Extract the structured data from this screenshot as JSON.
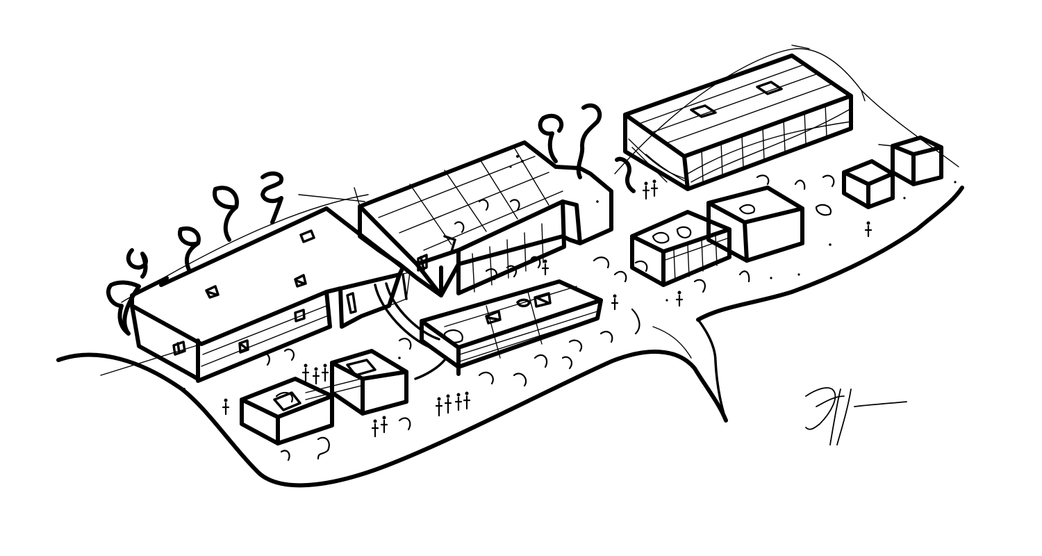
{
  "drawing": {
    "style": "hand-drawn ink sketch",
    "ink_color": "#000000",
    "paper_color": "#ffffff",
    "contents": [
      "site-ground-edge",
      "road",
      "west-building",
      "central-building",
      "glass-hall",
      "long-pavilion",
      "pavilion-tower",
      "east-block",
      "small-pavilion",
      "kiosk",
      "small-cube",
      "trees",
      "people",
      "artist-signature"
    ],
    "icons": [
      "tree-icon",
      "person-icon",
      "skylight-icon",
      "window-icon"
    ]
  }
}
